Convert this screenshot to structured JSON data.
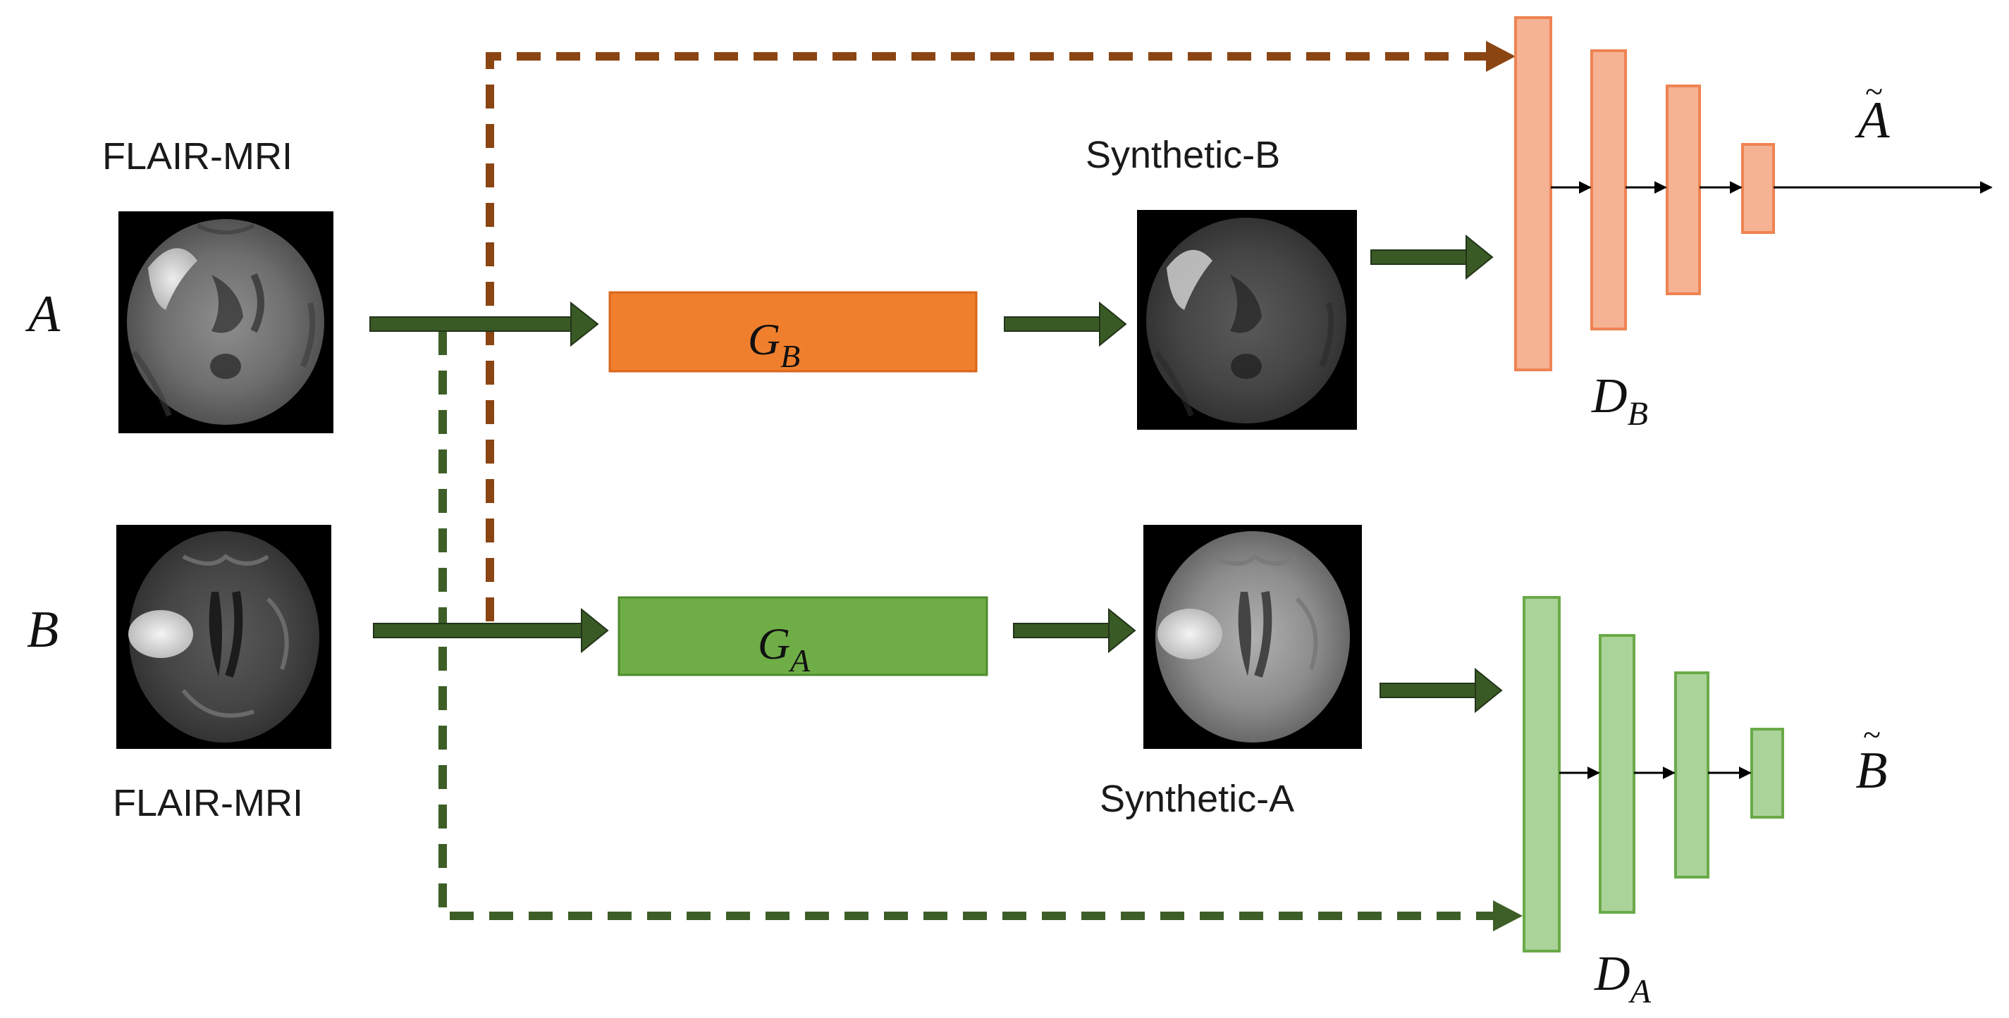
{
  "labels": {
    "input_a_var": "A",
    "input_b_var": "B",
    "input_a_caption": "FLAIR-MRI",
    "input_b_caption": "FLAIR-MRI",
    "synthetic_b_caption": "Synthetic-B",
    "synthetic_a_caption": "Synthetic-A",
    "gen_b_main": "G",
    "gen_b_sub": "B",
    "gen_a_main": "G",
    "gen_a_sub": "A",
    "disc_b_main": "D",
    "disc_b_sub": "B",
    "disc_a_main": "D",
    "disc_a_sub": "A",
    "out_a_main": "A",
    "out_b_main": "B",
    "tilde": "~"
  },
  "colors": {
    "solid_arrow": "#3a5a25",
    "arrow_border": "#22341a",
    "dashed_brown": "#8b4513",
    "dashed_green": "#3d5f27",
    "gen_b_fill": "#f07f2d",
    "gen_b_stroke": "#d9661a",
    "gen_a_fill": "#6fae47",
    "gen_a_stroke": "#4f8a2e",
    "disc_b_fill": "#f5b394",
    "disc_b_stroke": "#ee8352",
    "disc_a_fill": "#aad39a",
    "disc_a_stroke": "#6aaa48",
    "mri_bg": "#000000"
  },
  "icons": {
    "mri_scan_a": "mri-axial-slice-with-lesion",
    "mri_scan_b": "mri-axial-slice-with-lesion",
    "mri_synthetic_b": "mri-axial-slice-with-lesion",
    "mri_synthetic_a": "mri-axial-slice-with-lesion"
  }
}
